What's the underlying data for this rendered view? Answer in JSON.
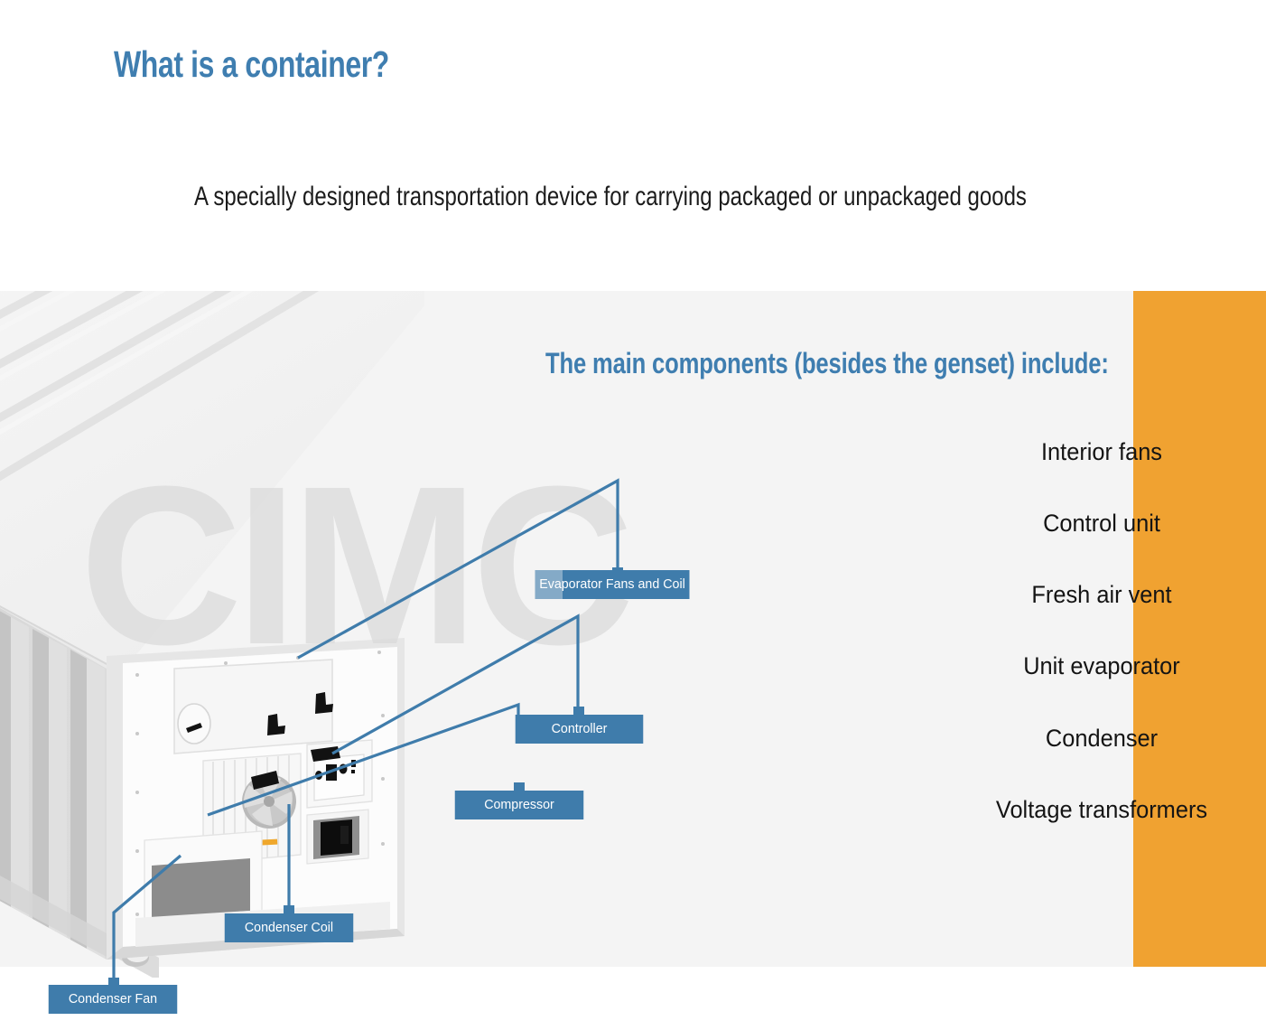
{
  "header": {
    "title": "What is a container?",
    "subtitle": "A specially designed transportation device for carrying packaged or unpackaged goods"
  },
  "main": {
    "components_heading": "The main components (besides the genset) include:",
    "components": [
      {
        "label": "Interior fans"
      },
      {
        "label": "Control unit"
      },
      {
        "label": "Fresh air vent"
      },
      {
        "label": "Unit evaporator"
      },
      {
        "label": "Condenser"
      },
      {
        "label": "Voltage transformers"
      }
    ]
  },
  "illustration": {
    "watermark": "CIMC",
    "callouts": [
      {
        "id": "evaporator",
        "label": "Evaporator Fans and Coil"
      },
      {
        "id": "controller",
        "label": "Controller"
      },
      {
        "id": "compressor",
        "label": "Compressor"
      },
      {
        "id": "condenser-coil",
        "label": "Condenser Coil"
      },
      {
        "id": "condenser-fan",
        "label": "Condenser Fan"
      }
    ]
  },
  "colors": {
    "accent_blue": "#3f7eb0",
    "callout_blue": "#3f7cab",
    "orange": "#f0a231",
    "panel_gray": "#f4f4f4",
    "text_dark": "#141414"
  }
}
